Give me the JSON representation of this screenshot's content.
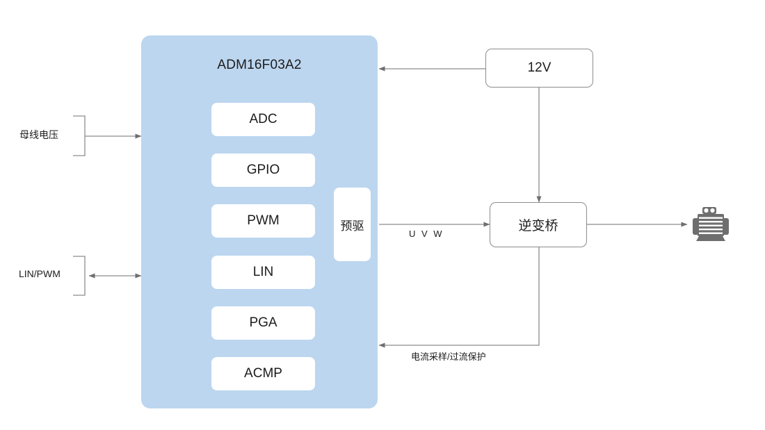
{
  "diagram": {
    "title": "ADM16F03A2 motor control block diagram",
    "colors": {
      "panel_blue": "#bcd6ef",
      "block_white": "#ffffff",
      "line_gray": "#8c8c8c",
      "motor_gray": "#6e6e6e",
      "text": "#1c1c1c"
    }
  },
  "mcu": {
    "title": "ADM16F03A2",
    "blocks": [
      {
        "label": "ADC"
      },
      {
        "label": "GPIO"
      },
      {
        "label": "PWM"
      },
      {
        "label": "LIN"
      },
      {
        "label": "PGA"
      },
      {
        "label": "ACMP"
      }
    ],
    "predriver": {
      "label": "预驱"
    }
  },
  "external": {
    "supply": {
      "label": "12V"
    },
    "inverter": {
      "label": "逆变桥"
    },
    "motor": {
      "icon": "motor-icon"
    }
  },
  "inputs": [
    {
      "label": "母线电压",
      "direction": "in"
    },
    {
      "label": "LIN/PWM",
      "direction": "bidirectional"
    }
  ],
  "connections": [
    {
      "label": "U V W",
      "from": "预驱",
      "to": "逆变桥"
    },
    {
      "label": "电流采样/过流保护",
      "from": "逆变桥",
      "to": "ADM16F03A2"
    },
    {
      "label": "",
      "from": "12V",
      "to": "ADM16F03A2"
    },
    {
      "label": "",
      "from": "12V",
      "to": "逆变桥"
    },
    {
      "label": "",
      "from": "逆变桥",
      "to": "motor"
    }
  ]
}
